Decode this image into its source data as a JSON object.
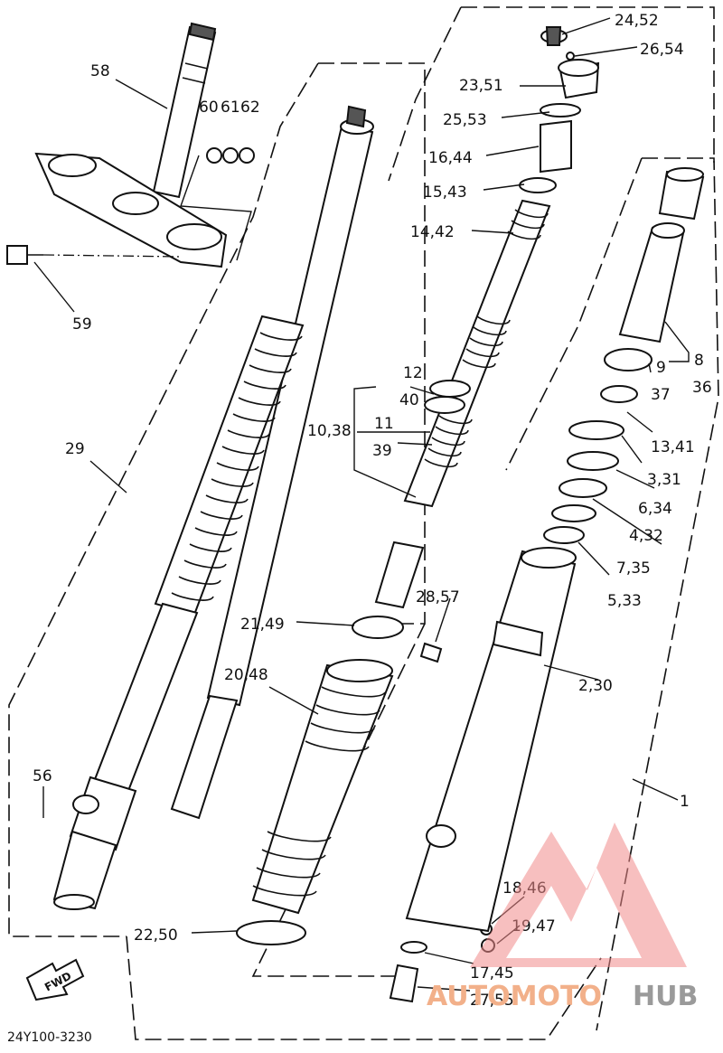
{
  "diagram": {
    "labels": {
      "l58": "58",
      "l60": "60",
      "l61": "61",
      "l62": "62",
      "l59": "59",
      "l29": "29",
      "l56": "56",
      "l24_52": "24,52",
      "l26_54": "26,54",
      "l23_51": "23,51",
      "l25_53": "25,53",
      "l16_44": "16,44",
      "l15_43": "15,43",
      "l14_42": "14,42",
      "l12": "12",
      "l40": "40",
      "l10_38": "10,38",
      "l11": "11",
      "l39": "39",
      "l8": "8",
      "l36": "36",
      "l9": "9",
      "l37": "37",
      "l13_41": "13,41",
      "l3_31": "3,31",
      "l6_34": "6,34",
      "l4_32": "4,32",
      "l7_35": "7,35",
      "l5_33": "5,33",
      "l28_57": "28,57",
      "l21_49": "21,49",
      "l20_48": "20,48",
      "l2_30": "2,30",
      "l1": "1",
      "l18_46": "18,46",
      "l19_47": "19,47",
      "l17_45": "17,45",
      "l27_55": "27,55",
      "l22_50": "22,50"
    },
    "fwd": "FWD",
    "drawing_code": "24Y100-3230"
  },
  "watermark": {
    "text_a": "AUTOMOTO",
    "text_b": "HUB",
    "color_a": "#f2b08a",
    "color_b": "#9a9a9a",
    "logo_color": "#f08a8a"
  }
}
